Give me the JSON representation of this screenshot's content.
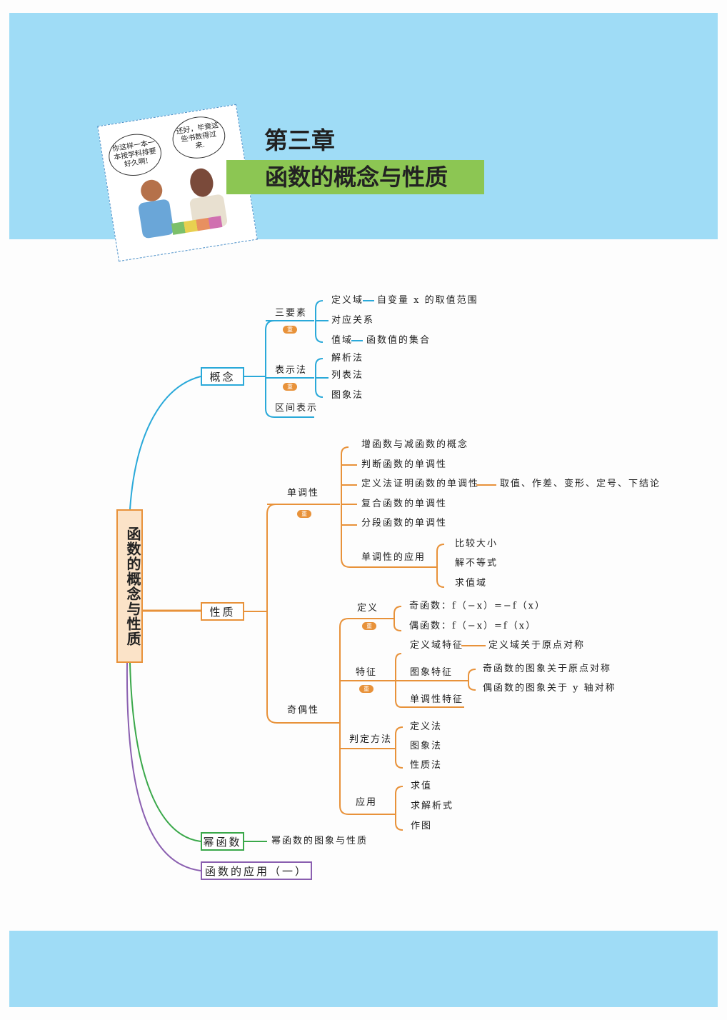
{
  "header": {
    "chapter": "第三章",
    "title": "函数的概念与性质",
    "comic": {
      "boy_says": "你这样一本一本按学科排要好久啊!",
      "girl_says": "还好，毕竟这些书数得过来."
    }
  },
  "badge": "重",
  "root": "函数的概念与性质",
  "concept": {
    "label": "概念",
    "elements": {
      "label": "三要素",
      "domain": "定义域",
      "domain_desc": "自变量 x 的取值范围",
      "mapping": "对应关系",
      "range": "值域",
      "range_desc": "函数值的集合"
    },
    "representation": {
      "label": "表示法",
      "items": [
        "解析法",
        "列表法",
        "图象法"
      ]
    },
    "interval": "区间表示"
  },
  "property": {
    "label": "性质",
    "monotonic": {
      "label": "单调性",
      "items": [
        "增函数与减函数的概念",
        "判断函数的单调性",
        "定义法证明函数的单调性",
        "复合函数的单调性",
        "分段函数的单调性"
      ],
      "proof_steps": "取值、作差、变形、定号、下结论",
      "application": {
        "label": "单调性的应用",
        "items": [
          "比较大小",
          "解不等式",
          "求值域"
        ]
      }
    },
    "parity": {
      "label": "奇偶性",
      "definition": {
        "label": "定义",
        "odd": "奇函数：f（−x）=−f（x）",
        "even": "偶函数：f（−x）=f（x）"
      },
      "feature": {
        "label": "特征",
        "domain": "定义域特征",
        "domain_desc": "定义域关于原点对称",
        "graph": "图象特征",
        "graph_odd": "奇函数的图象关于原点对称",
        "graph_even": "偶函数的图象关于 y 轴对称",
        "mono": "单调性特征"
      },
      "judge": {
        "label": "判定方法",
        "items": [
          "定义法",
          "图象法",
          "性质法"
        ]
      },
      "apply": {
        "label": "应用",
        "items": [
          "求值",
          "求解析式",
          "作图"
        ]
      }
    }
  },
  "power": {
    "label": "幂函数",
    "desc": "幂函数的图象与性质"
  },
  "application": {
    "label": "函数的应用（一）"
  }
}
